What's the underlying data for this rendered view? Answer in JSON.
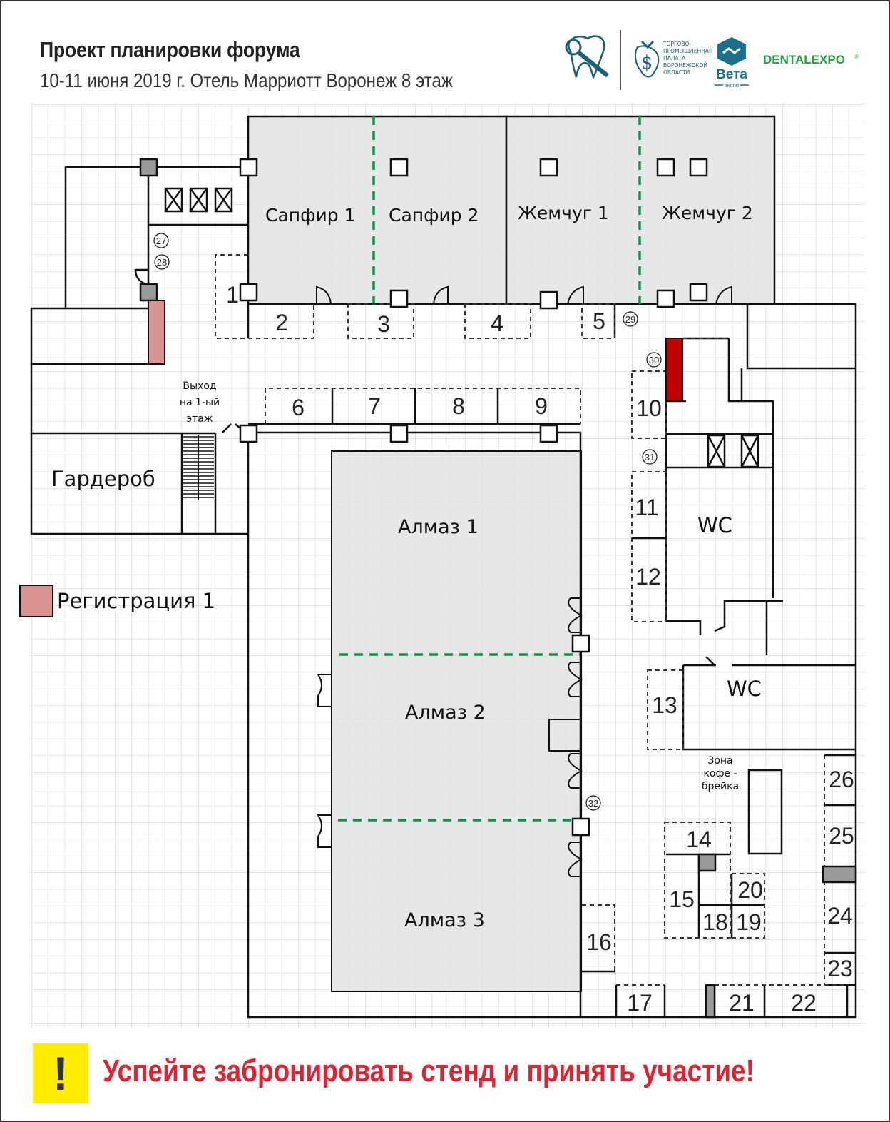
{
  "header": {
    "title": "Проект планировки форума",
    "subtitle": "10-11 июня 2019 г. Отель Марриотт Воронеж 8 этаж"
  },
  "logos": {
    "chamber_text": [
      "ТОРГОВО-",
      "ПРОМЫШЛЕННАЯ",
      "ПАЛАТА",
      "ВОРОНЕЖСКОЙ",
      "ОБЛАСТИ"
    ],
    "veta_name": "Вета",
    "veta_sub": "экспо",
    "dentalexpo": "DENTALEXPO",
    "dentalexpo_mark": "®"
  },
  "colors": {
    "hall_fill": "#e2e3e3",
    "wall": "#111111",
    "grid": "#c9c9c9",
    "partition": "#119447",
    "registration": "#d99391",
    "red_block": "#c00000",
    "column_grey": "#999999",
    "cta_red": "#e02230",
    "alert_yellow": "#ffec00",
    "logo_blue": "#1b5f7a",
    "logo_green": "#22a13b"
  },
  "halls": {
    "sapphire1": "Сапфир  1",
    "sapphire2": "Сапфир  2",
    "pearl1": "Жемчуг  1",
    "pearl2": "Жемчуг  2",
    "diamond1": "Алмаз  1",
    "diamond2": "Алмаз  2",
    "diamond3": "Алмаз  3"
  },
  "rooms": {
    "wardrobe": "Гардероб",
    "wc1": "WC",
    "wc2": "WC",
    "exit_lines": [
      "Выход",
      "на 1-ый",
      "этаж"
    ],
    "coffee_lines": [
      "Зона",
      "кофе -",
      "брейка"
    ]
  },
  "legend": {
    "registration": "Регистрация 1"
  },
  "stands": [
    "1",
    "2",
    "3",
    "4",
    "5",
    "6",
    "7",
    "8",
    "9",
    "10",
    "11",
    "12",
    "13",
    "14",
    "15",
    "16",
    "17",
    "18",
    "19",
    "20",
    "21",
    "22",
    "23",
    "24",
    "25",
    "26"
  ],
  "markers": [
    "27",
    "28",
    "29",
    "30",
    "31",
    "32"
  ],
  "banner": {
    "icon": "!",
    "text": "Успейте забронировать стенд и принять участие!"
  }
}
